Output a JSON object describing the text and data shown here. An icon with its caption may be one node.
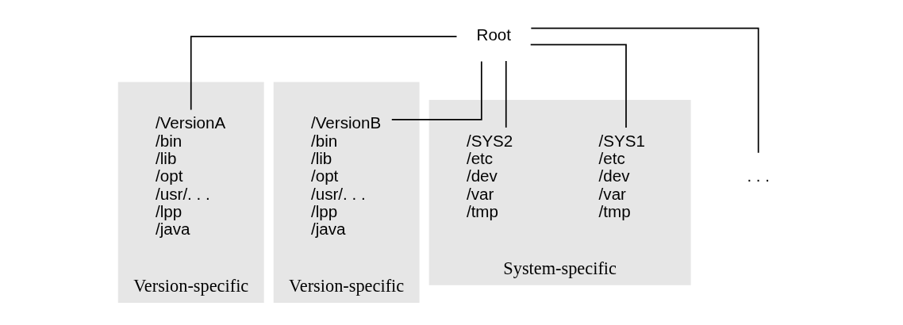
{
  "diagram": {
    "nodes": [
      {
        "text": [
          "Root"
        ]
      },
      {
        "text": [
          "Version-specific"
        ]
      },
      {
        "text": [
          "/VersionA",
          "/bin",
          "/lib",
          "/opt",
          "/usr/. . .",
          "/lpp",
          "/java"
        ],
        "in": 1
      },
      {
        "text": [
          "Version-specific"
        ]
      },
      {
        "text": [
          "/VersionB",
          "/bin",
          "/lib",
          "/opt",
          "/usr/. . .",
          "/lpp",
          "/java"
        ],
        "in": 3
      },
      {
        "text": [
          "System-specific"
        ]
      },
      {
        "text": [
          "/SYS1",
          "/etc",
          "/dev",
          "/var",
          "/tmp"
        ],
        "in": 5
      },
      {
        "text": [
          "/SYS2",
          "/etc",
          "/dev",
          "/var",
          "/tmp"
        ],
        "in": 5
      },
      {
        "text": [
          ". . ."
        ]
      }
    ],
    "edges": [
      {
        "from": 0,
        "to": 2,
        "arrow": "none"
      },
      {
        "from": 0,
        "to": 4,
        "arrow": "none"
      },
      {
        "from": 0,
        "to": 6,
        "arrow": "none"
      },
      {
        "from": 0,
        "to": 7,
        "arrow": "none"
      },
      {
        "from": 0,
        "to": 8,
        "arrow": "none"
      }
    ]
  }
}
